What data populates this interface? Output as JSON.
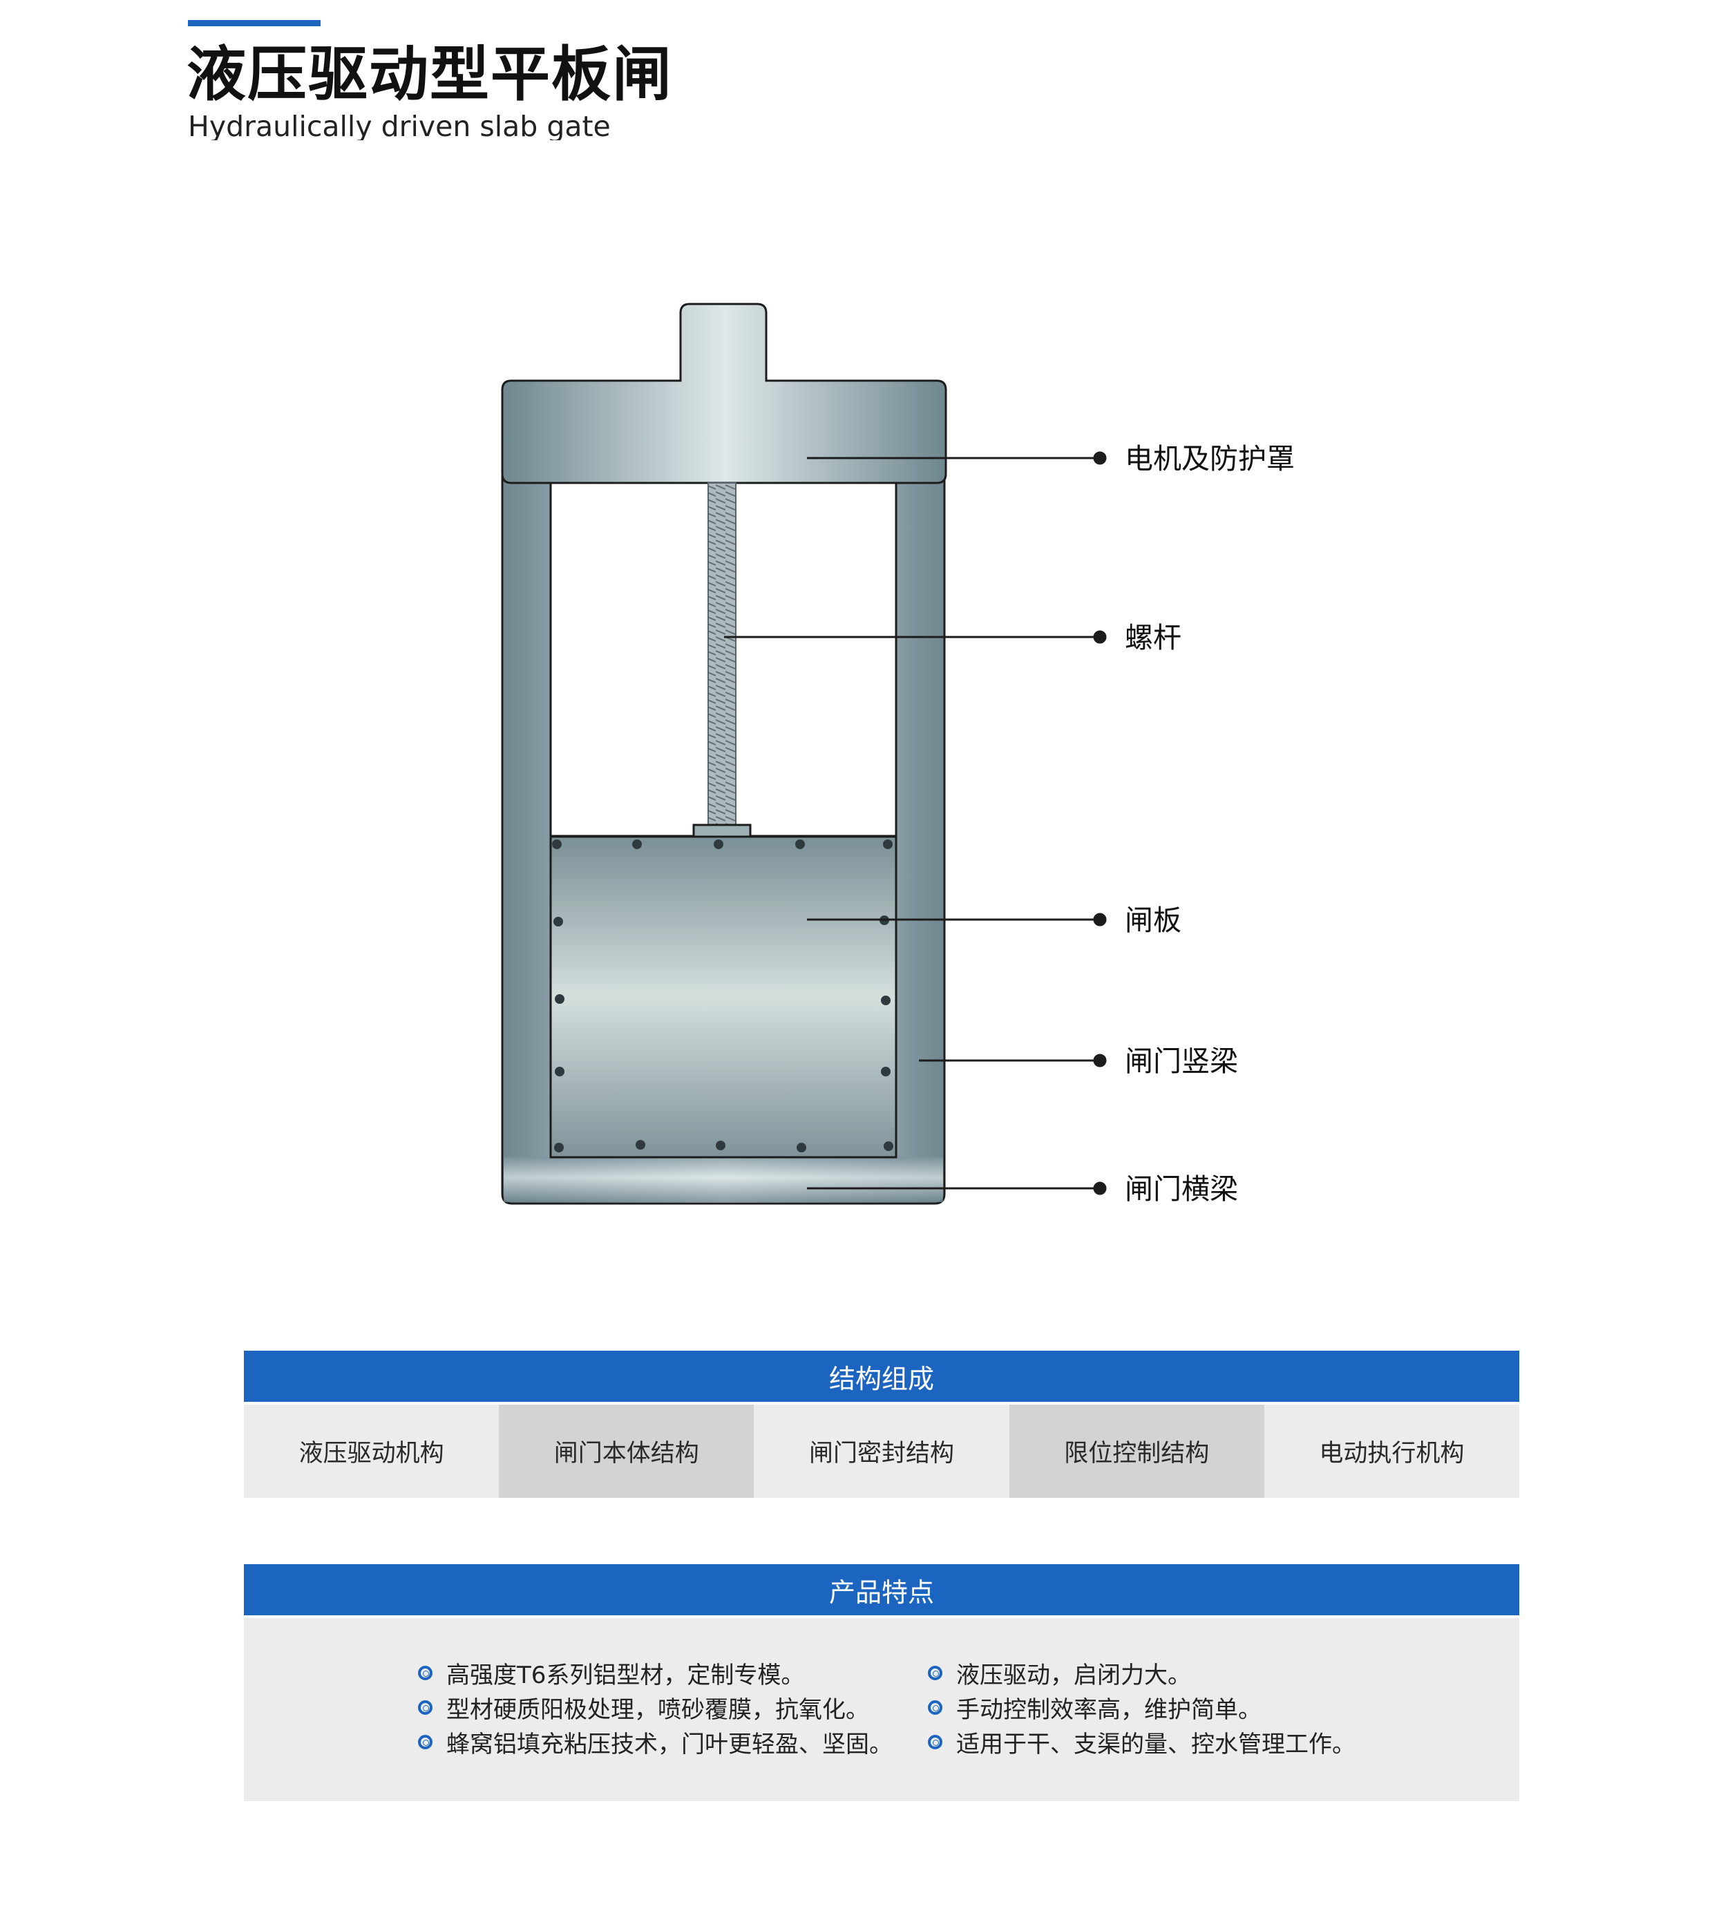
{
  "header": {
    "title": "液压驱动型平板闸",
    "subtitle": "Hydraulically driven slab gate"
  },
  "diagram": {
    "callouts": [
      "电机及防护罩",
      "螺杆",
      "闸板",
      "闸门竖梁",
      "闸门横梁"
    ]
  },
  "structure": {
    "heading": "结构组成",
    "items": [
      "液压驱动机构",
      "闸门本体结构",
      "闸门密封结构",
      "限位控制结构",
      "电动执行机构"
    ]
  },
  "features": {
    "heading": "产品特点",
    "left": [
      "高强度T6系列铝型材，定制专模。",
      "型材硬质阳极处理，喷砂覆膜，抗氧化。",
      "蜂窝铝填充粘压技术，门叶更轻盈、坚固。"
    ],
    "right": [
      "液压驱动，启闭力大。",
      "手动控制效率高，维护简单。",
      "适用于干、支渠的量、控水管理工作。"
    ]
  },
  "colors": {
    "accent": "#1b65c1",
    "cell_light": "#ececec",
    "cell_dark": "#d3d3d3"
  }
}
